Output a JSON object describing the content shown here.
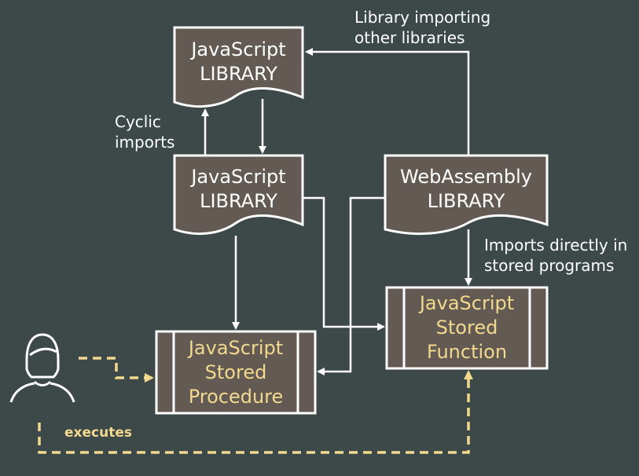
{
  "nodes": {
    "js_library_top": [
      "JavaScript",
      "LIBRARY"
    ],
    "js_library_mid": [
      "JavaScript",
      "LIBRARY"
    ],
    "wasm_library": [
      "WebAssembly",
      "LIBRARY"
    ],
    "stored_procedure": [
      "JavaScript",
      "Stored",
      "Procedure"
    ],
    "stored_function": [
      "JavaScript",
      "Stored",
      "Function"
    ]
  },
  "annotations": {
    "library_importing": [
      "Library importing",
      "other libraries"
    ],
    "cyclic_imports": [
      "Cyclic",
      "imports"
    ],
    "imports_directly": [
      "Imports directly in",
      "stored programs"
    ],
    "executes": "executes"
  },
  "colors": {
    "background": "#3d4849",
    "box_fill": "#635a54",
    "box_border": "#ffffff",
    "lib_text": "#ffffff",
    "stored_text": "#f2d98e",
    "executes_line": "#f2d98e"
  }
}
